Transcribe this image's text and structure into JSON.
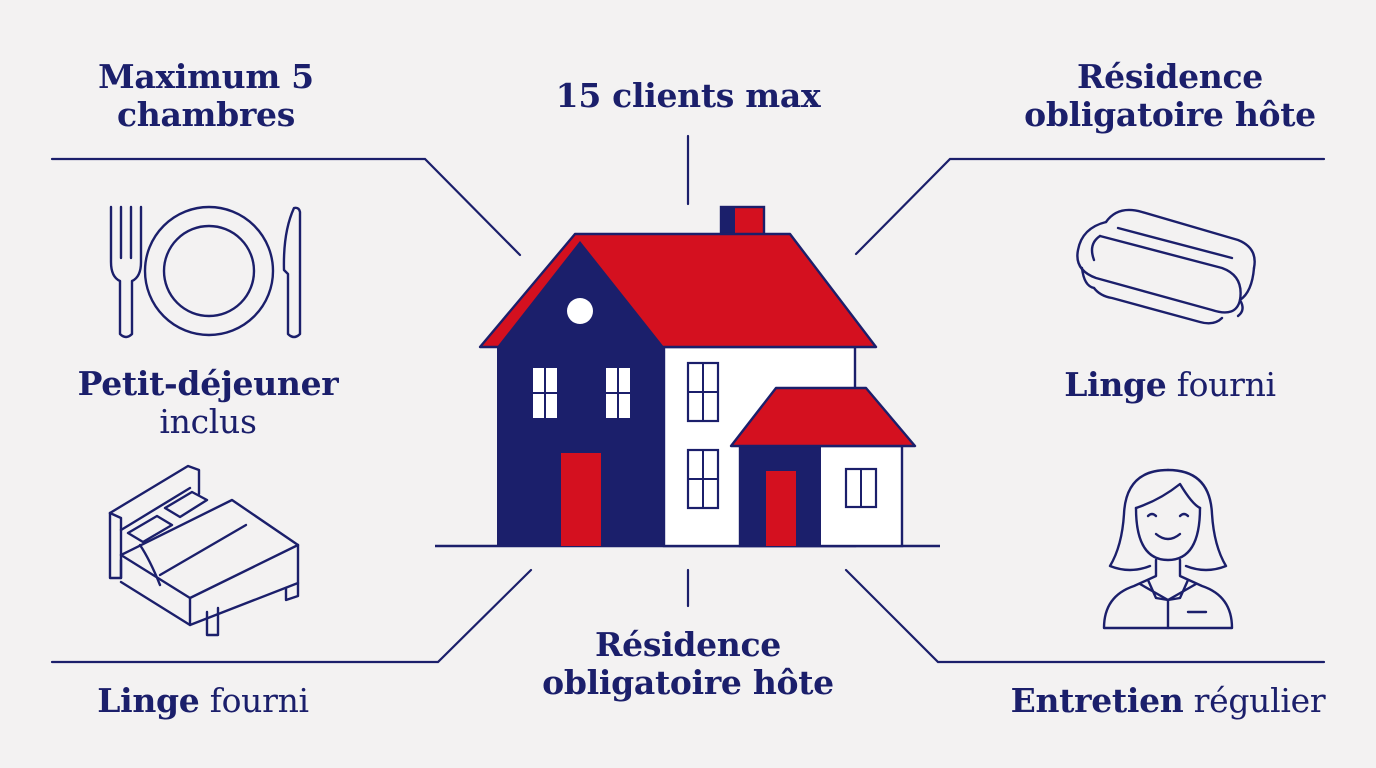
{
  "colors": {
    "navy": "#1b1f6b",
    "red": "#d4101f",
    "background": "#f3f2f2"
  },
  "labels": {
    "top_left": {
      "line1": "Maximum 5",
      "line2": "chambres"
    },
    "top_center": {
      "text": "15 clients max"
    },
    "top_right": {
      "line1": "Résidence",
      "line2": "obligatoire hôte"
    },
    "mid_left": {
      "bold": "Petit-déjeuner",
      "regular": "inclus"
    },
    "mid_right": {
      "bold": "Linge",
      "regular": " fourni"
    },
    "bottom_left": {
      "bold": "Linge",
      "regular": " fourni"
    },
    "bottom_center": {
      "line1": "Résidence",
      "line2": "obligatoire hôte"
    },
    "bottom_right": {
      "bold": "Entretien",
      "regular": " régulier"
    }
  },
  "icons": [
    "house-icon",
    "fork-icon",
    "plate-icon",
    "knife-icon",
    "bed-icon",
    "folded-linen-icon",
    "housekeeper-icon"
  ]
}
